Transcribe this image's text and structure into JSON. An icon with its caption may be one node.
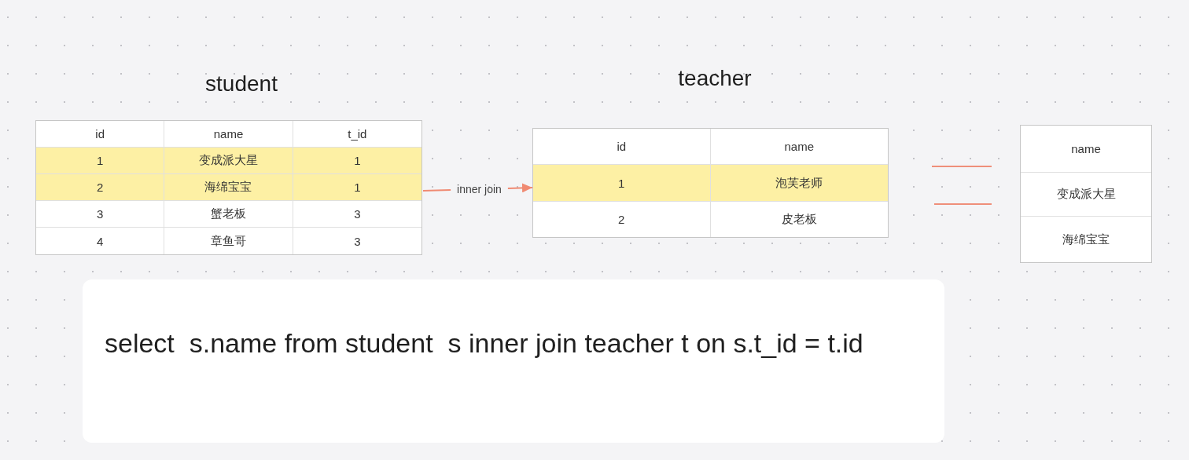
{
  "diagram": {
    "nodes": [
      {
        "text": [
          "student",
          "id",
          "name",
          "t_id",
          "1",
          "变成派大星",
          "1",
          "2",
          "海绵宝宝",
          "1",
          "3",
          "蟹老板",
          "3",
          "4",
          "章鱼哥",
          "3"
        ]
      },
      {
        "text": [
          "teacher",
          "id",
          "name",
          "1",
          "泡芙老师",
          "2",
          "皮老板"
        ]
      },
      {
        "text": [
          "name",
          "变成派大星",
          "海绵宝宝"
        ]
      },
      {
        "text": [
          "select  s.name from student  s inner join teacher t on s.t_id = t.id"
        ]
      }
    ],
    "edges": [
      {
        "from": 0,
        "to": 1,
        "arrow": "to",
        "label": "inner join"
      }
    ]
  }
}
